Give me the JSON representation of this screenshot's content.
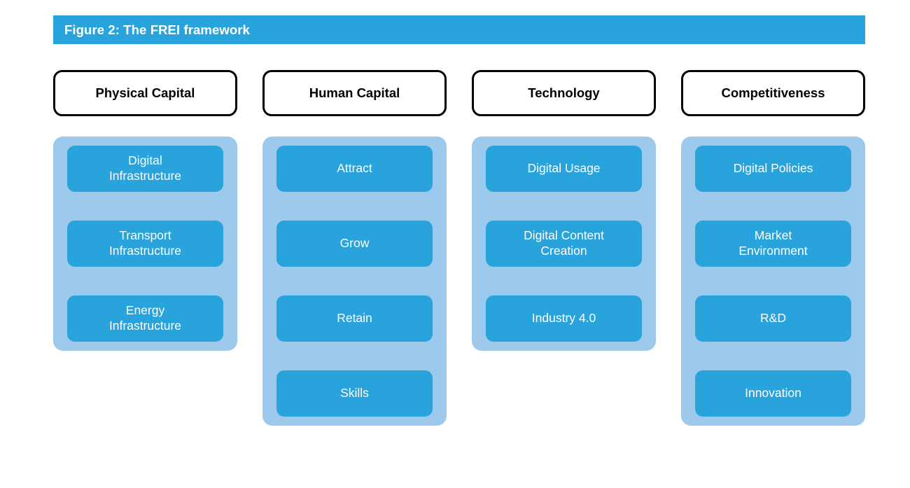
{
  "figure": {
    "caption": "Figure 2: The FREI framework",
    "bar_color": "#29A3DC",
    "caption_color": "#FFFFFF"
  },
  "palette": {
    "accent_blue": "#29A3DC",
    "panel_blue": "#9CC9EC",
    "header_border": "#000000",
    "header_fill": "#FFFFFF",
    "page_background": "#FFFFFF"
  },
  "pillars": [
    {
      "title": "Physical Capital",
      "components": [
        {
          "label": "Digital\nInfrastructure"
        },
        {
          "label": "Transport\nInfrastructure"
        },
        {
          "label": "Energy\nInfrastructure"
        }
      ]
    },
    {
      "title": "Human Capital",
      "components": [
        {
          "label": "Attract"
        },
        {
          "label": "Grow"
        },
        {
          "label": "Retain"
        },
        {
          "label": "Skills"
        }
      ]
    },
    {
      "title": "Technology",
      "components": [
        {
          "label": "Digital Usage"
        },
        {
          "label": "Digital Content\nCreation"
        },
        {
          "label": "Industry 4.0"
        }
      ]
    },
    {
      "title": "Competitiveness",
      "components": [
        {
          "label": "Digital Policies"
        },
        {
          "label": "Market\nEnvironment"
        },
        {
          "label": "R&D"
        },
        {
          "label": "Innovation"
        }
      ]
    }
  ]
}
